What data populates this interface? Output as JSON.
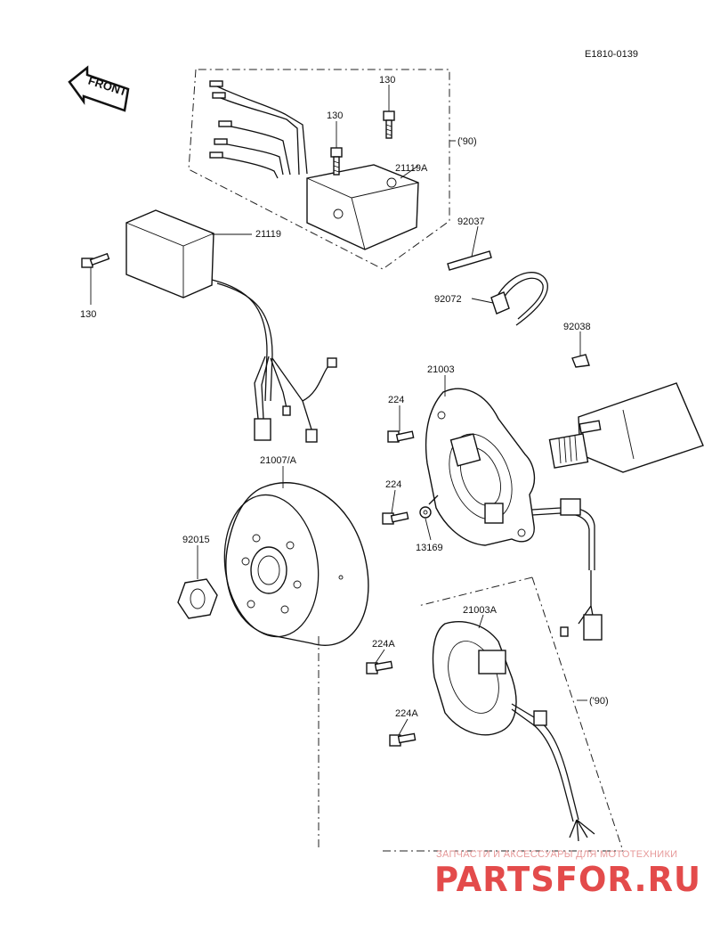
{
  "diagram_code": "E1810-0139",
  "front_label": "FRONT",
  "variant_1990": "('90)",
  "parts": {
    "bolt_130_a": "130",
    "bolt_130_b": "130",
    "bolt_130_c": "130",
    "cdi_90": "21119A",
    "cdi": "21119",
    "p_92037": "92037",
    "p_92072": "92072",
    "p_92038": "92038",
    "stator": "21003",
    "screw_224_a": "224",
    "screw_224_b": "224",
    "p_13169": "13169",
    "flywheel": "21007/A",
    "nut_92015": "92015",
    "stator_90": "21003A",
    "screw_224a_a": "224A",
    "screw_224a_b": "224A"
  },
  "watermark": {
    "caption": "ЗАПЧАСТИ И АКСЕССУАРЫ ДЛЯ МОТОТЕХНИКИ",
    "brand": "PARTSFOR.RU"
  }
}
